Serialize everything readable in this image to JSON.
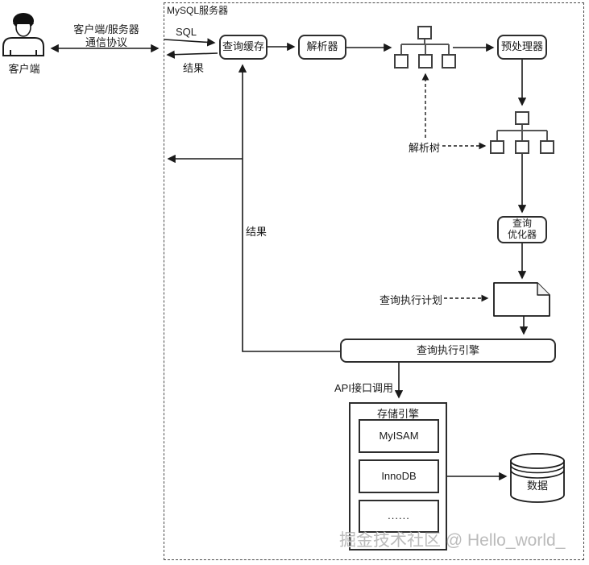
{
  "client": {
    "label": "客户端"
  },
  "protocol": {
    "line1": "客户端/服务器",
    "line2": "通信协议"
  },
  "server": {
    "title": "MySQL服务器",
    "sql_label": "SQL",
    "result_label_top": "结果",
    "result_label_mid": "结果",
    "query_cache": "查询缓存",
    "parser": "解析器",
    "preprocessor": "预处理器",
    "parse_tree_label": "解析树",
    "optimizer": {
      "line1": "查询",
      "line2": "优化器"
    },
    "query_plan_label": "查询执行计划",
    "execution_engine": "查询执行引擎",
    "api_label": "API接口调用",
    "storage": {
      "title": "存储引擎",
      "engines": [
        "MyISAM",
        "InnoDB",
        "......"
      ]
    },
    "data_store": "数据"
  },
  "watermark": "掘金技术社区 @ Hello_world_",
  "colors": {
    "line": "#1a1a1a",
    "tree_line": "#555555",
    "box_border": "#2d2d2d"
  }
}
